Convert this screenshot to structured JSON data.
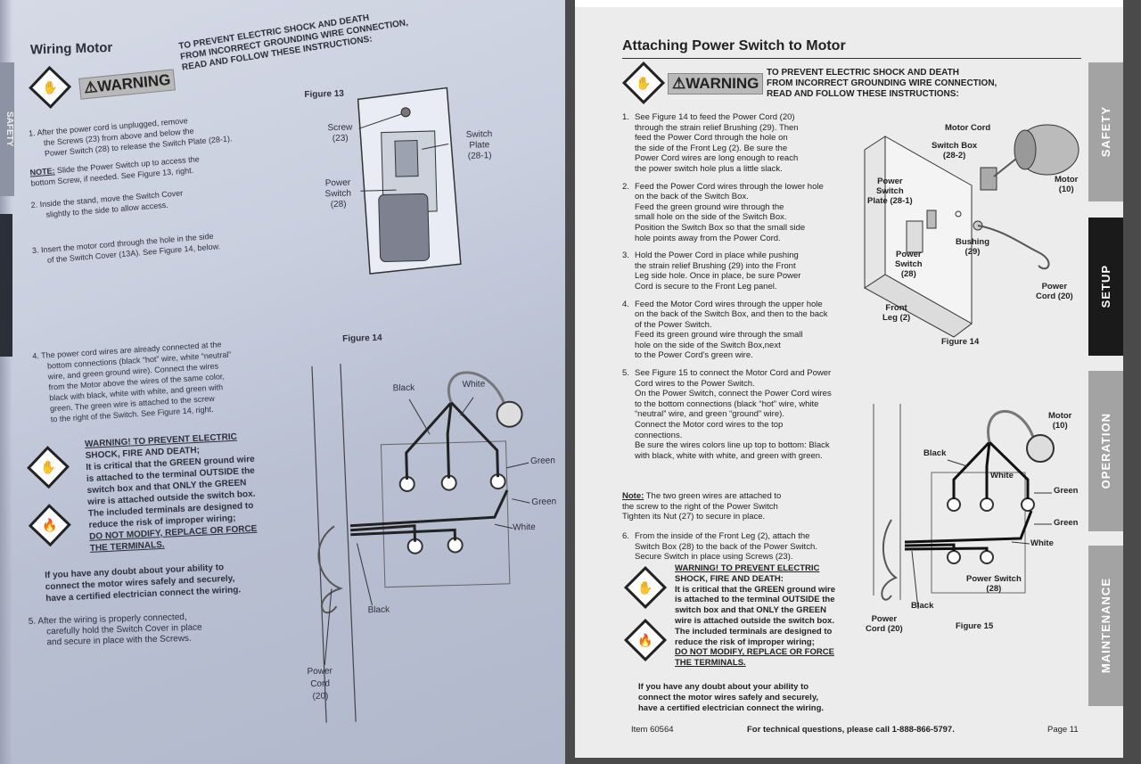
{
  "left_page": {
    "title": "Wiring Motor",
    "warning_badge": "⚠WARNING",
    "warning_lines": [
      "TO PREVENT ELECTRIC SHOCK AND DEATH",
      "FROM INCORRECT GROUNDING WIRE CONNECTION,",
      "READ AND FOLLOW THESE INSTRUCTIONS:"
    ],
    "side_tab": "SAFETY",
    "step1": [
      "1.  After the power cord is unplugged, remove",
      "the Screws (23) from above and below the",
      "Power Switch (28) to release the Switch Plate (28-1)."
    ],
    "note_label": "NOTE:",
    "note_lines": [
      " Slide the Power Switch up to access the",
      "bottom Screw, if needed. See Figure 13, right."
    ],
    "step2": [
      "2.  Inside the stand, move the Switch Cover",
      "slightly to the side to allow access."
    ],
    "step3": [
      "3.  Insert the motor cord through the hole in the side",
      "of the Switch Cover (13A). See Figure 14, below."
    ],
    "figure13": {
      "title": "Figure 13",
      "screw": [
        "Screw",
        "(23)"
      ],
      "switch_plate": [
        "Switch",
        "Plate",
        "(28-1)"
      ],
      "power_switch": [
        "Power",
        "Switch",
        "(28)"
      ]
    },
    "step4": [
      "4.  The power cord wires are already connected at the",
      "bottom connections (black “hot” wire, white “neutral”",
      "wire, and green ground wire).  Connect the wires",
      "from the Motor above the wires of the same color,",
      "black with black, white with white, and green with",
      "green.  The green wire is attached to the screw",
      "to the right of the Switch. See Figure 14, right."
    ],
    "figure14": {
      "title": "Figure 14",
      "black_top": "Black",
      "white_top": "White",
      "green1": "Green",
      "green2": "Green",
      "white_right": "White",
      "black_bottom": "Black",
      "power_cord": [
        "Power",
        "Cord",
        "(20)"
      ]
    },
    "warning2": {
      "heading": "WARNING!  TO PREVENT ELECTRIC",
      "lines": [
        "SHOCK, FIRE AND DEATH;",
        "It is critical that the GREEN ground wire",
        "is attached to the terminal OUTSIDE the",
        "switch box and that ONLY the GREEN",
        "wire is attached outside the switch box.",
        "The included terminals are designed to",
        "reduce the risk of improper wiring;",
        "DO NOT MODIFY, REPLACE OR FORCE",
        "THE TERMINALS."
      ]
    },
    "doubt": [
      "If you have any doubt about your ability to",
      "connect the motor wires safely and securely,",
      "have a certified electrician connect the wiring."
    ],
    "step5": [
      "5.  After the wiring is properly connected,",
      "carefully hold the Switch Cover in place",
      "and secure in place with the Screws."
    ]
  },
  "right_page": {
    "title": "Attaching Power Switch to Motor",
    "warning_badge": "⚠WARNING",
    "warning_lines": [
      "TO PREVENT ELECTRIC SHOCK AND DEATH",
      "FROM INCORRECT GROUNDING WIRE CONNECTION,",
      "READ AND FOLLOW THESE INSTRUCTIONS:"
    ],
    "steps": [
      {
        "num": "1.",
        "lines": [
          "See Figure 14 to feed the Power Cord (20)",
          "through the strain relief Brushing (29).  Then",
          "feed the Power Cord through the hole on",
          "the side of the Front Leg (2).  Be sure the",
          "Power Cord wires are long enough to reach",
          "the power switch hole plus a little slack."
        ]
      },
      {
        "num": "2.",
        "lines": [
          "Feed the Power Cord wires through the lower hole",
          "on the back of the Switch Box.",
          "Feed the green ground wire through the",
          "small hole on the side of the Switch Box.",
          "Position the Switch Box so that the small side",
          "hole points away from the Power Cord."
        ]
      },
      {
        "num": "3.",
        "lines": [
          "Hold the Power Cord in place while pushing",
          "the strain relief Brushing (29) into the Front",
          "Leg side hole.  Once in place, be sure Power",
          "Cord is secure to the Front Leg panel."
        ]
      },
      {
        "num": "4.",
        "lines": [
          "Feed the Motor Cord wires through the upper hole",
          "on the back of the Switch Box, and then to the back",
          "of the Power Switch.",
          "Feed its green ground wire through the small",
          "hole on the side of the Switch Box,next",
          "to the Power Cord's green wire."
        ]
      },
      {
        "num": "5.",
        "lines": [
          "See Figure 15 to connect the Motor Cord and Power",
          "Cord wires to the Power Switch.",
          "On the Power Switch, connect the Power Cord wires",
          "to the bottom connections (black “hot” wire, white",
          "“neutral” wire, and green “ground” wire).",
          "Connect the Motor cord wires to the top",
          "connections.",
          "Be sure the wires colors line up top to bottom:  Black",
          "with black, white with white, and green with green."
        ]
      }
    ],
    "note_label": "Note:",
    "note_lines": [
      "  The two green wires are attached to",
      "the screw to the right of the Power Switch",
      "Tighten its Nut (27) to secure in place."
    ],
    "step6": {
      "num": "6.",
      "lines": [
        "From the inside of the Front Leg (2), attach the",
        "Switch Box (28) to the back of the Power Switch.",
        "Secure Switch in place using Screws (23)."
      ]
    },
    "warning2": {
      "heading": "WARNING!  TO PREVENT ELECTRIC",
      "lines": [
        "SHOCK, FIRE AND DEATH:",
        "It is critical that the GREEN ground wire",
        "is attached to the terminal OUTSIDE the",
        "switch box and that ONLY the GREEN",
        "wire is attached outside the switch box.",
        "The included terminals are designed to",
        "reduce the risk of improper wiring;",
        "DO NOT MODIFY, REPLACE OR FORCE",
        "THE TERMINALS."
      ]
    },
    "doubt": [
      "If you have any doubt about your ability to",
      "connect the motor wires safely and securely,",
      "have a certified electrician connect the wiring."
    ],
    "figure14": {
      "title": "Figure 14",
      "motor_cord": "Motor Cord",
      "switch_box": [
        "Switch Box",
        "(28-2)"
      ],
      "motor": [
        "Motor",
        "(10)"
      ],
      "power_switch_plate": [
        "Power",
        "Switch",
        "Plate (28-1)"
      ],
      "bushing": [
        "Bushing",
        "(29)"
      ],
      "power_switch": [
        "Power",
        "Switch",
        "(28)"
      ],
      "power_cord": [
        "Power",
        "Cord (20)"
      ],
      "front_leg": [
        "Front",
        "Leg (2)"
      ]
    },
    "figure15": {
      "title": "Figure 15",
      "motor": [
        "Motor",
        "(10)"
      ],
      "black_top": "Black",
      "white_top": "White",
      "green1": "Green",
      "green2": "Green",
      "white_right": "White",
      "power_switch": [
        "Power Switch",
        "(28)"
      ],
      "black_bottom": "Black",
      "power_cord": [
        "Power",
        "Cord (20)"
      ]
    },
    "footer": {
      "item": "Item 60564",
      "phone": "For technical questions, please call 1-888-866-5797.",
      "page": "Page 11"
    },
    "tabs": [
      {
        "label": "SAFETY",
        "color": "#a3a3a3"
      },
      {
        "label": "SETUP",
        "color": "#1a1a1a"
      },
      {
        "label": "OPERATION",
        "color": "#a3a3a3"
      },
      {
        "label": "MAINTENANCE",
        "color": "#a3a3a3"
      }
    ]
  }
}
